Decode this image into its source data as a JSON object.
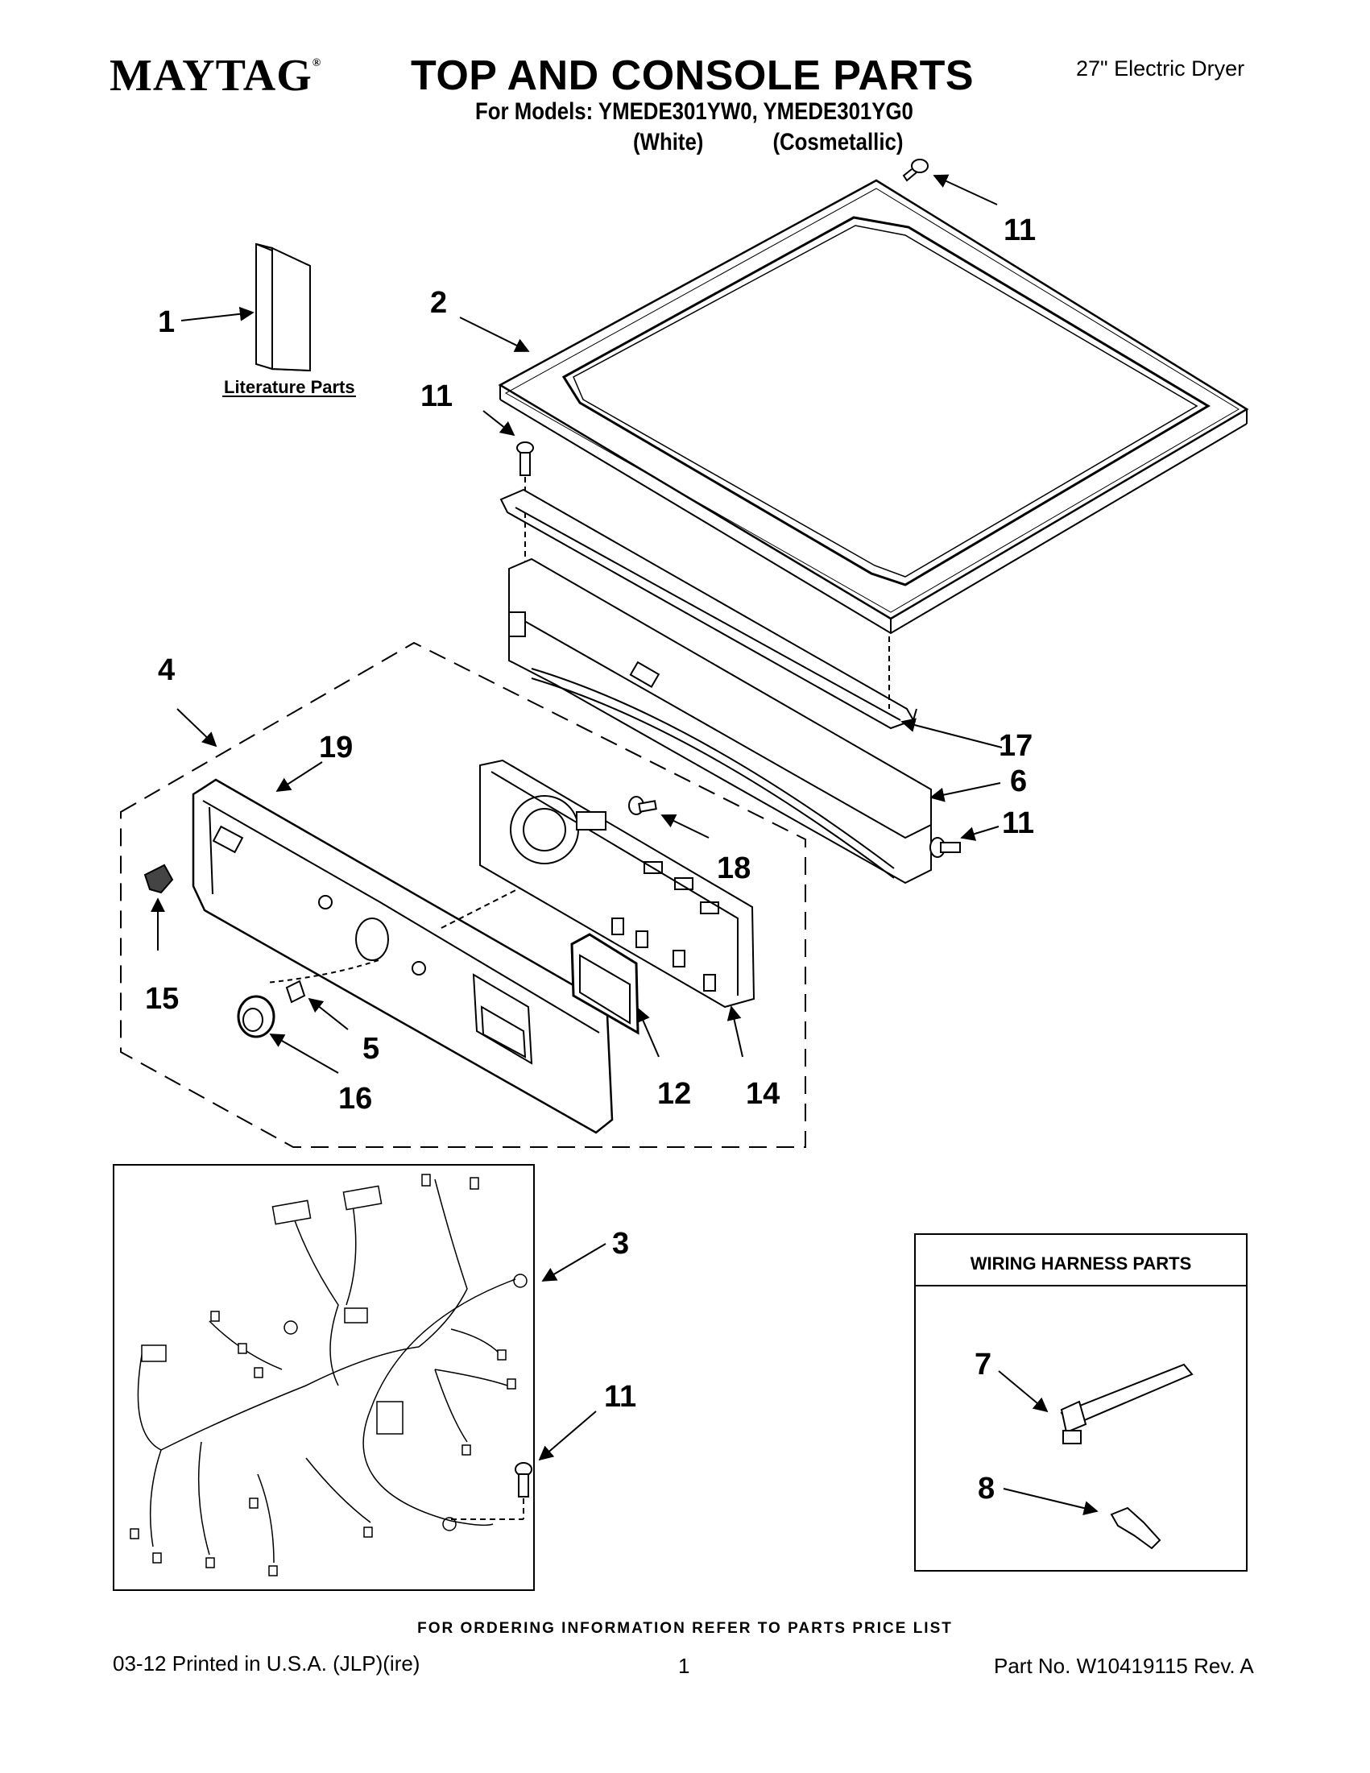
{
  "header": {
    "brand": "MAYTAG",
    "brand_mark": "®",
    "title": "TOP AND CONSOLE PARTS",
    "product": "27\" Electric Dryer",
    "models_line": "For Models: YMEDE301YW0, YMEDE301YG0",
    "color_white": "(White)",
    "color_cosmetallic": "(Cosmetallic)"
  },
  "callouts": {
    "c1": "1",
    "c2": "2",
    "c3": "3",
    "c4": "4",
    "c5": "5",
    "c6": "6",
    "c7": "7",
    "c8": "8",
    "c11_top": "11",
    "c11_mid": "11",
    "c11_right": "11",
    "c11_harness": "11",
    "c12": "12",
    "c14": "14",
    "c15": "15",
    "c16": "16",
    "c17": "17",
    "c18": "18",
    "c19": "19"
  },
  "labels": {
    "literature_parts": "Literature Parts",
    "wiring_harness_parts": "WIRING HARNESS PARTS"
  },
  "footer": {
    "ordering": "FOR ORDERING INFORMATION REFER TO PARTS PRICE LIST",
    "printed": "03-12   Printed in U.S.A. (JLP)(ire)",
    "page": "1",
    "part_no": "Part No. W10419115 Rev. A"
  }
}
